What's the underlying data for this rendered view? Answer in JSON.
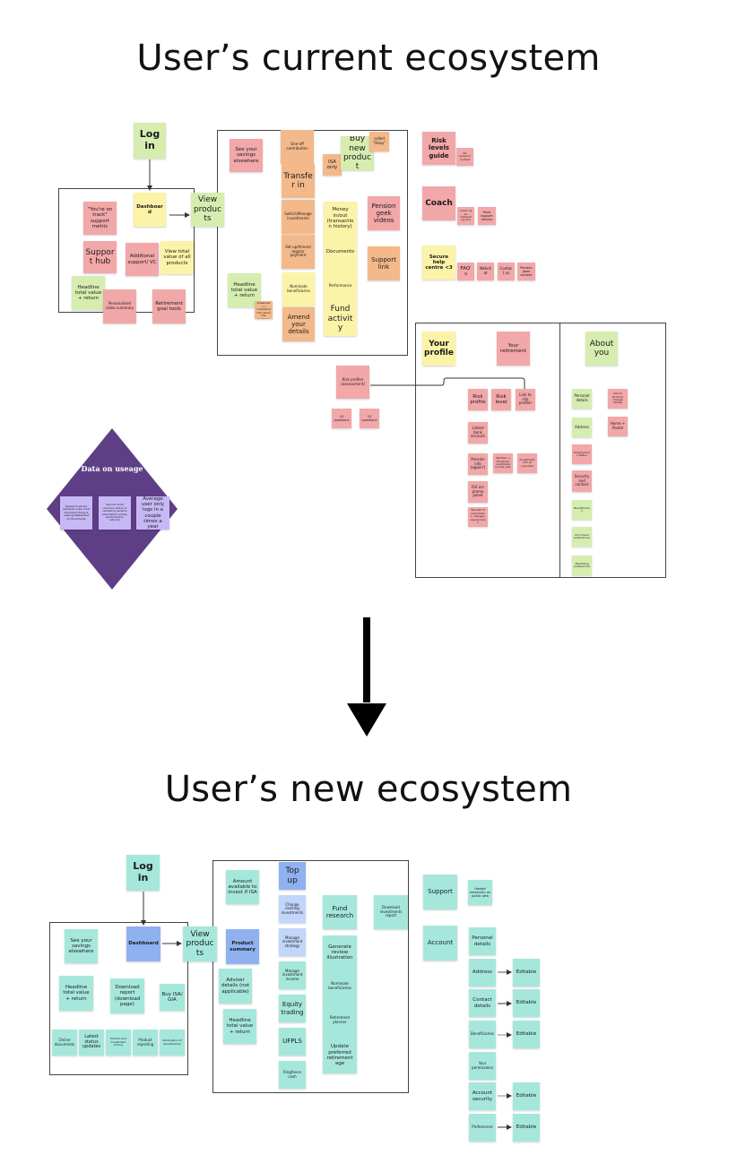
{
  "titles": {
    "current": "User’s current ecosystem",
    "new": "User’s new ecosystem"
  },
  "colors": {
    "pink": "#f2a7a9",
    "orange": "#f3b98a",
    "yellow": "#fbf3a7",
    "green": "#d6edb0",
    "teal": "#a6e7dc",
    "blue": "#8fb1f0",
    "light_blue": "#c2d5fa",
    "lavender": "#c7b8f5",
    "diamond_purple": "#5e3f86"
  },
  "current": {
    "login": "Log in",
    "dashboard_frame": {
      "dashboard": "Dashboard",
      "on_track": "\"You're on track\" support metric",
      "support_hub": "Support hub",
      "additional_support": "Additional support/ VC",
      "view_total": "View total value of all products",
      "headline": "Headline total value + return",
      "personalised_video": "Personalised video summary",
      "retirement_goal": "Retirement goal tools"
    },
    "view_products": "View products",
    "products_frame": {
      "see_savings": "See your savings elsewhere",
      "one_off": "One-off contribution",
      "transfer_in": "Transfer in",
      "switch_manage": "Switch/Manage investments",
      "regular_payment": "Set up/Amend regular payment",
      "nominate": "Nominate beneficiaries",
      "amend_details": "Amend your details",
      "isa_only": "ISA only",
      "buy_new": "Buy new product",
      "called_shop": "called \"Shop\"",
      "money_in_out": "Money in/out (transaction history)",
      "documents": "Documents",
      "performance": "Performance",
      "fund_activity": "Fund activity",
      "pension_geek": "Pension geek videos",
      "support_link": "Support link",
      "headline": "Headline total value + return",
      "headline_note": "Include breakdown / contextual info about the numbers"
    },
    "right_column": {
      "risk_guide": "Risk levels guide",
      "risk_note": "No research content",
      "coach": "Coach",
      "coach_note1": "Coach as an onboarding tool",
      "coach_note2": "More support articles",
      "secure_help": "Secure help centre <3",
      "faqs": "FAQ's",
      "webchat": "Webchat",
      "contact_us": "Contact us",
      "pension_geek_content": "Pension geek content"
    },
    "risk_profiler": {
      "main": "Risk profiler (assessment)",
      "q1": "15 questions",
      "q2": "15 questions"
    },
    "profile_frame": {
      "your_profile": "Your profile",
      "your_retirement": "Your retirement",
      "risk_profile": "Risk profile",
      "risk_level": "Risk level",
      "link_risk": "Link to risk profiler",
      "linked_bank": "Linked bank account",
      "pension_info": "Pension info (again?)",
      "member_employer": "Member + Employer contributions this year",
      "investment_info": "Investment info at overview",
      "isa_promo": "ISA a/c promo panel",
      "receipt": "Receipt of contribution changes requirement",
      "about_you": "About you",
      "personal_details": "Personal details",
      "link_forms": "Link to forms to change details",
      "address": "Address",
      "home_postal": "Home + Postal",
      "employment": "Employment status",
      "security": "Security and contact",
      "beneficiaries": "Beneficiaries",
      "document_pref": "Document preferences",
      "marketing_pref": "Marketing preferences"
    },
    "data_usage": {
      "title": "Data on useage",
      "card1": "Research shows members view most important thing is viewing Statement of Documents",
      "card2": "Second most common action is reviewing pension information (value, performance, returns)",
      "card3": "Average user only logs in a couple times a year"
    }
  },
  "new": {
    "login": "Log in",
    "dashboard_frame": {
      "see_savings": "See your savings elsewhere",
      "dashboard": "Dashboard",
      "headline": "Headline total value + return",
      "download_report": "Download report (download page)",
      "buy_isa": "Buy ISA/ GIA",
      "online_docs": "Online documents",
      "latest_status": "Latest status updates",
      "product_pricing": "Product and investment pricing",
      "product_reporting": "Product reporting",
      "nomination": "Nomination of beneficiaries"
    },
    "view_products": "View products",
    "products_frame": {
      "amount_available": "Amount available to invest if ISA",
      "product_summary": "Product summary",
      "adviser": "Adviser details (not applicable)",
      "headline": "Headline total value + return",
      "top_up": "Top up",
      "change_investments": "Change existing investments",
      "manage_strategy": "Manage investment strategy",
      "manage_income": "Manage investment income",
      "equity_trading": "Equity trading",
      "ufpls": "UFPLS",
      "ringfence": "Ringfence cash",
      "fund_research": "Fund research",
      "generate_review": "Generate review illustration",
      "nominate": "Nominate beneficiaries",
      "retirement_planner": "Retirement planner",
      "update_age": "Update preferred retirement age",
      "download_investments": "Download investments report"
    },
    "right_column": {
      "support": "Support",
      "hosted": "Hosted externally on public web",
      "account": "Account",
      "personal_details": "Personal details",
      "address": "Address",
      "contact_details": "Contact details",
      "beneficiaries": "Beneficiaries",
      "permissions": "Your permissions",
      "account_security": "Account security",
      "preferences": "Preferences",
      "editable": "Editable"
    }
  }
}
